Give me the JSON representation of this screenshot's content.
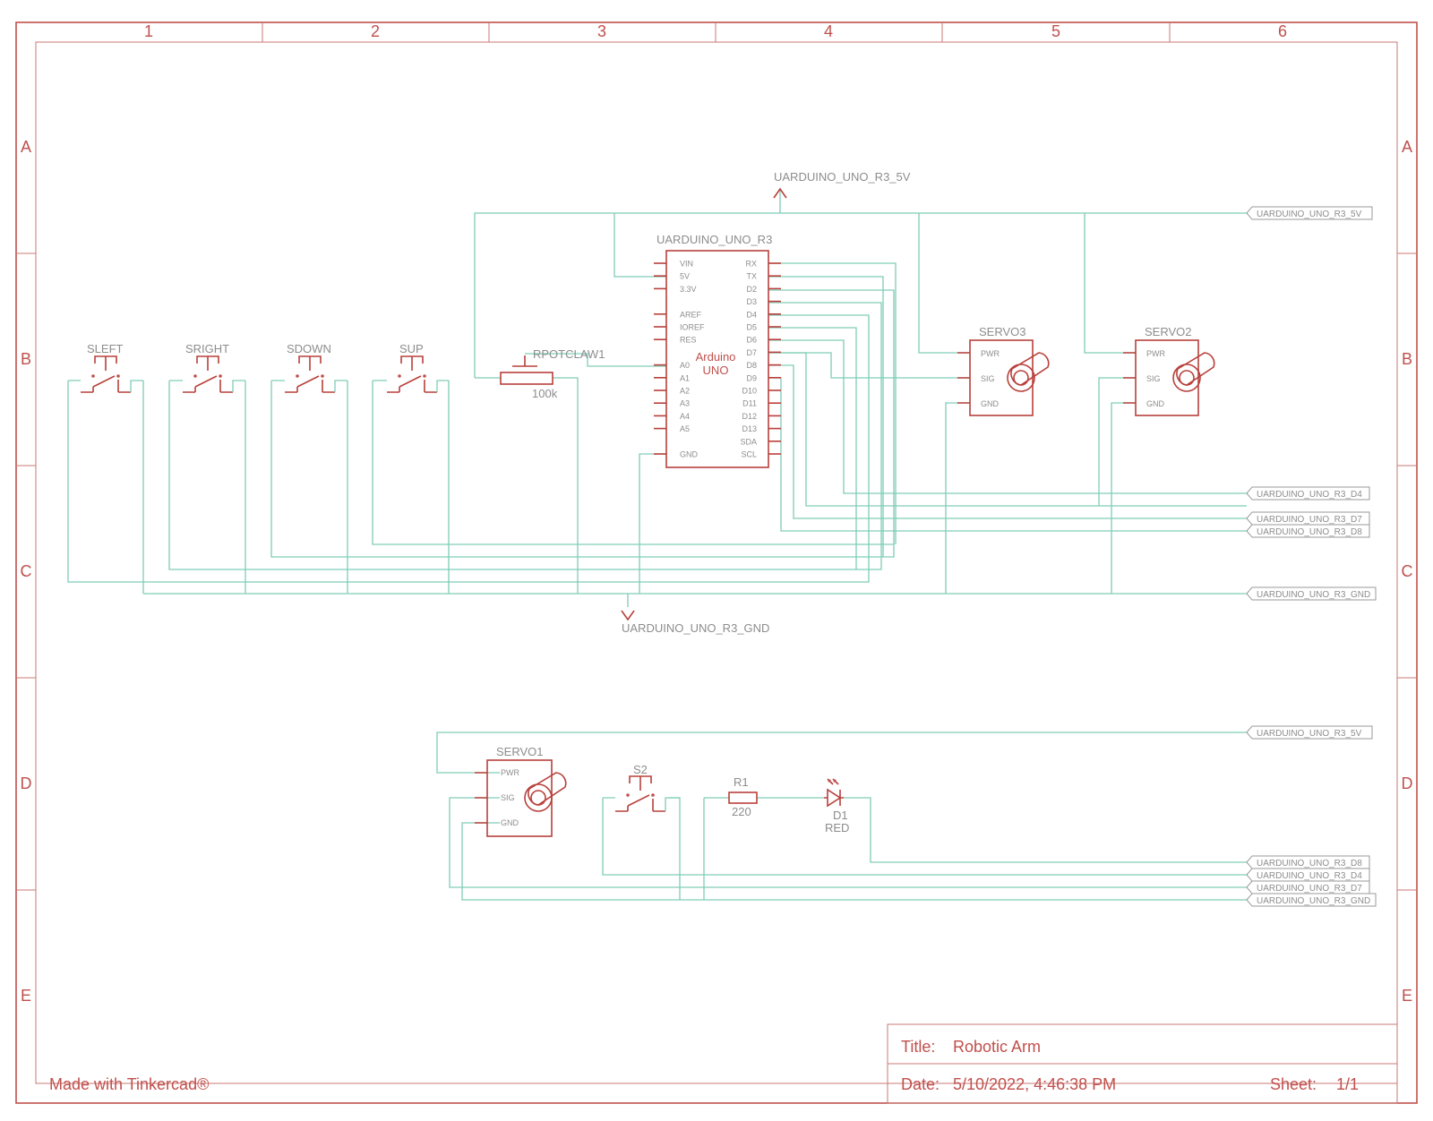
{
  "frame": {
    "columns": [
      "1",
      "2",
      "3",
      "4",
      "5",
      "6"
    ],
    "rows": [
      "A",
      "B",
      "C",
      "D",
      "E"
    ]
  },
  "parts": {
    "switches": [
      "SLEFT",
      "SRIGHT",
      "SDOWN",
      "SUP"
    ],
    "pot": {
      "name": "RPOTCLAW1",
      "value": "100k"
    },
    "arduino": {
      "ref": "UARDUINO_UNO_R3",
      "body": [
        "Arduino",
        "UNO"
      ],
      "left_pins": [
        "VIN",
        "5V",
        "3.3V",
        "AREF",
        "IOREF",
        "RES",
        "A0",
        "A1",
        "A2",
        "A3",
        "A4",
        "A5",
        "GND"
      ],
      "right_pins": [
        "RX",
        "TX",
        "D2",
        "D3",
        "D4",
        "D5",
        "D6",
        "D7",
        "D8",
        "D9",
        "D10",
        "D11",
        "D12",
        "D13",
        "SDA",
        "SCL"
      ]
    },
    "servo3": {
      "name": "SERVO3",
      "pins": [
        "PWR",
        "SIG",
        "GND"
      ]
    },
    "servo2": {
      "name": "SERVO2",
      "pins": [
        "PWR",
        "SIG",
        "GND"
      ]
    },
    "servo1": {
      "name": "SERVO1",
      "pins": [
        "PWR",
        "SIG",
        "GND"
      ]
    },
    "s2": "S2",
    "r1": {
      "name": "R1",
      "value": "220"
    },
    "d1": {
      "name": "D1",
      "value": "RED"
    }
  },
  "nets": {
    "supply_5v": "UARDUINO_UNO_R3_5V",
    "supply_gnd": "UARDUINO_UNO_R3_GND",
    "labels_top": [
      "UARDUINO_UNO_R3_5V",
      "UARDUINO_UNO_R3_D4",
      "UARDUINO_UNO_R3_D7",
      "UARDUINO_UNO_R3_D8",
      "UARDUINO_UNO_R3_GND"
    ],
    "labels_bottom": [
      "UARDUINO_UNO_R3_5V",
      "UARDUINO_UNO_R3_D8",
      "UARDUINO_UNO_R3_D4",
      "UARDUINO_UNO_R3_D7",
      "UARDUINO_UNO_R3_GND"
    ]
  },
  "title_block": {
    "title_label": "Title:",
    "title": "Robotic Arm",
    "date_label": "Date:",
    "date": "5/10/2022, 4:46:38 PM",
    "sheet_label": "Sheet:",
    "sheet": "1/1"
  },
  "credit": "Made with Tinkercad®"
}
